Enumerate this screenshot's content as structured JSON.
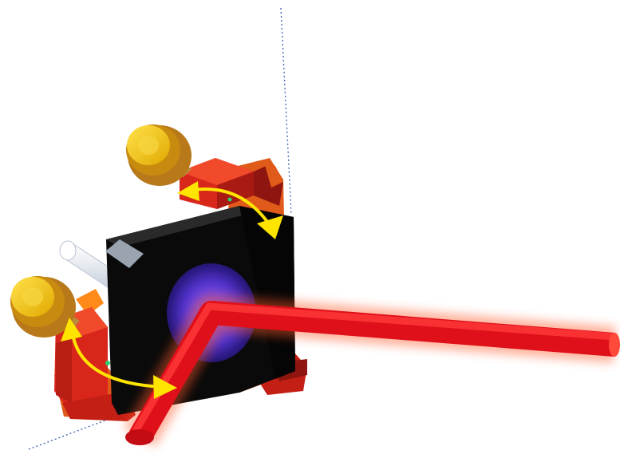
{
  "figure": {
    "components": [
      {
        "id": "mirror-mount",
        "kind": "kinematic mirror mount"
      },
      {
        "id": "mirror",
        "kind": "mirror optic"
      },
      {
        "id": "adjuster-knob-top",
        "kind": "adjustment knob"
      },
      {
        "id": "adjuster-knob-left",
        "kind": "adjustment knob"
      },
      {
        "id": "post",
        "kind": "mounting post"
      },
      {
        "id": "laser-beam",
        "kind": "reflected laser beam"
      },
      {
        "id": "tilt-arrow-vertical",
        "kind": "rotation arrow"
      },
      {
        "id": "tilt-arrow-horizontal",
        "kind": "rotation arrow"
      }
    ],
    "colors": {
      "background": "#ffffff",
      "mount_frame": "#d8261b",
      "mount_frame_dark": "#8e1510",
      "mount_frame_light": "#f04a2a",
      "back_plate": "#e05a1a",
      "front_plate": "#0a0a0a",
      "mirror_center": "#8a5cff",
      "mirror_edge": "#1a0f5c",
      "knob_face": "#f2c400",
      "knob_rim": "#c98a10",
      "knob_shaft": "#b88a3a",
      "post": "#eef2fb",
      "laser_core": "#e0101a",
      "laser_glow": "#ff5a2a",
      "arrow": "#ffe400",
      "axis_guide": "#3a5fb0",
      "tab": "#9aa3b0"
    }
  }
}
